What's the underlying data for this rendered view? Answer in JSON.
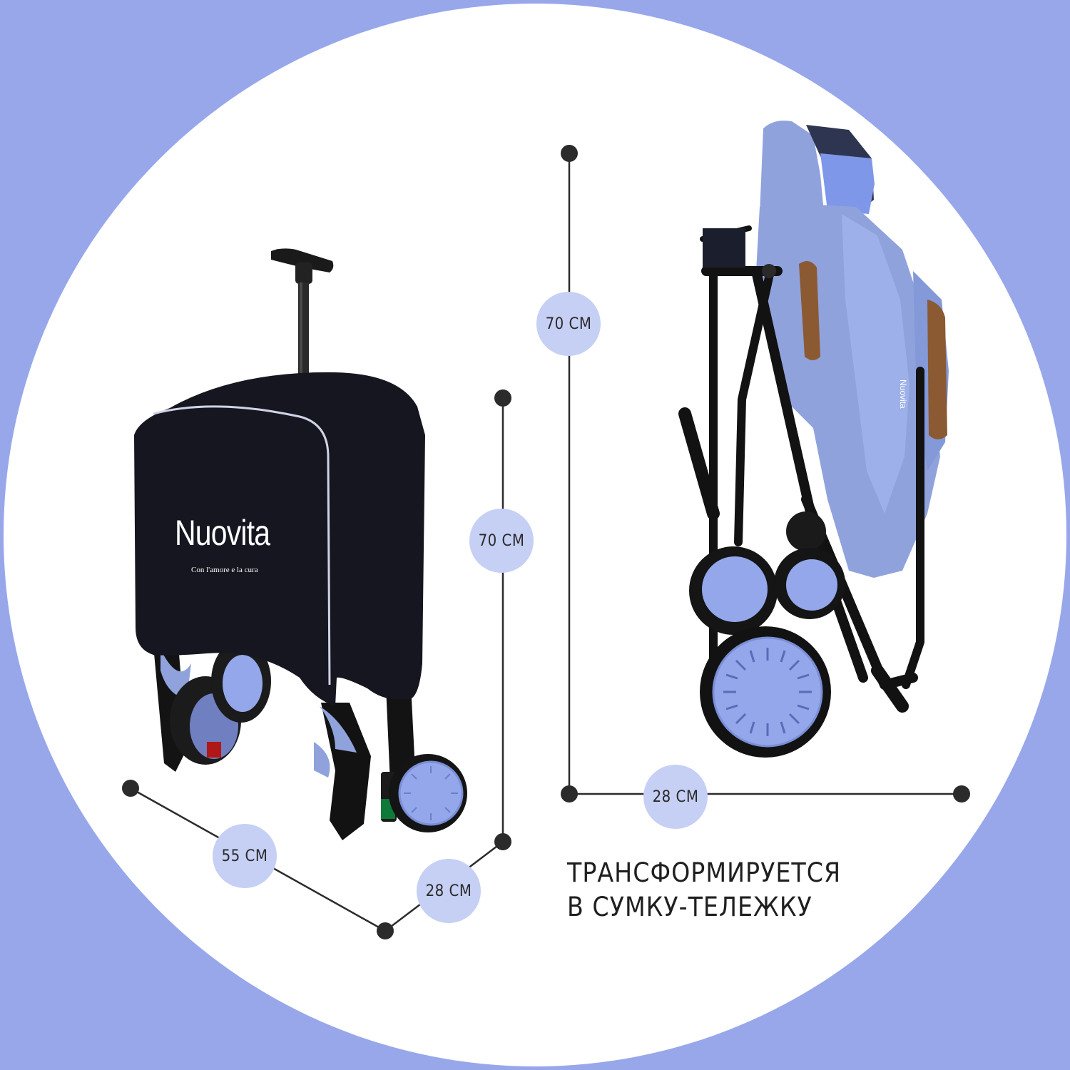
{
  "colors": {
    "background": "#97a7ea",
    "circle": "#ffffff",
    "badge": "#c6cff4",
    "line": "#2b2b2b",
    "bag": "#15161f",
    "fabric": "#8fa2dc",
    "frame": "#111111",
    "wheel_hub": "#93a7ea"
  },
  "bag": {
    "brand": "Nuovita",
    "tagline": "Con l'amore e la cura"
  },
  "folded_stroller": {
    "side_label": "Nuovita"
  },
  "dimensions": {
    "bag_height": "70 СМ",
    "bag_width": "55 СМ",
    "bag_depth": "28 СМ",
    "folded_height": "70 СМ",
    "folded_depth": "28 СМ"
  },
  "caption": {
    "line1": "ТРАНСФОРМИРУЕТСЯ",
    "line2": "В СУМКУ-ТЕЛЕЖКУ"
  }
}
